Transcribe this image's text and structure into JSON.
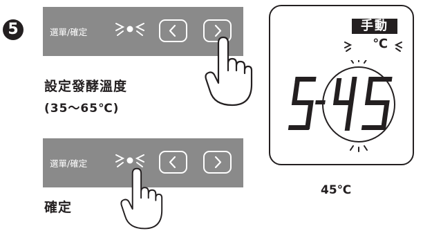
{
  "step": {
    "number": "5"
  },
  "control_panel": {
    "confirm_label": "選單/確定",
    "prev_symbol": "<",
    "next_symbol": ">"
  },
  "captions": {
    "set_temperature": "設定發酵溫度",
    "temperature_range": "(35〜65℃)",
    "confirm": "確定"
  },
  "display": {
    "mode": "手動",
    "unit": "℃",
    "digit_left": "5",
    "digit_middle": "4",
    "digit_right": "5"
  },
  "result_temperature": "45℃",
  "colors": {
    "panel": "#8a8a8a",
    "ink": "#231f20",
    "background": "#ffffff"
  }
}
